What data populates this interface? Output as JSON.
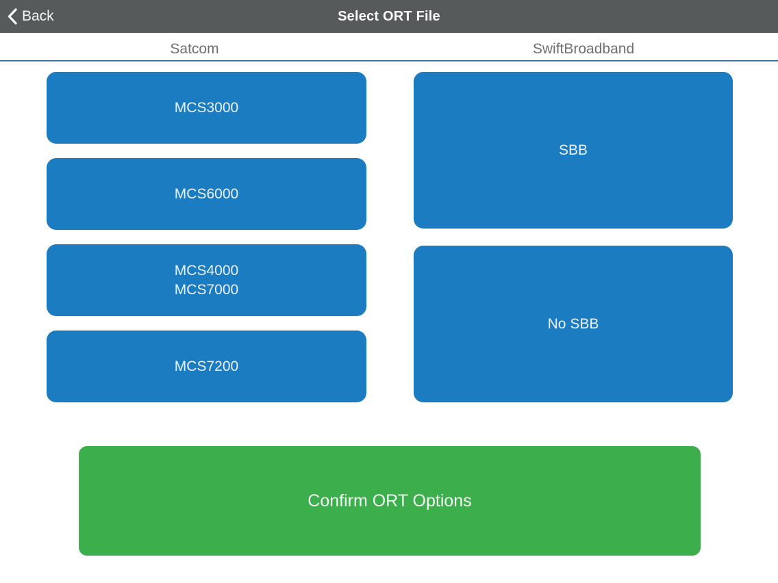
{
  "nav": {
    "back_label": "Back",
    "title": "Select ORT File"
  },
  "columns": {
    "satcom": {
      "header": "Satcom",
      "buttons": [
        {
          "label": "MCS3000"
        },
        {
          "label": "MCS6000"
        },
        {
          "label": "MCS4000\nMCS7000"
        },
        {
          "label": "MCS7200"
        }
      ]
    },
    "swiftbroadband": {
      "header": "SwiftBroadband",
      "buttons": [
        {
          "label": "SBB"
        },
        {
          "label": "No SBB"
        }
      ]
    }
  },
  "confirm": {
    "label": "Confirm ORT Options"
  },
  "colors": {
    "primary_blue": "#1b7cc2",
    "confirm_green": "#3cae4c",
    "nav_bar_gray": "#565a5b",
    "header_text_gray": "#6d6e71",
    "divider_blue": "#3a688f",
    "button_text": "#e9f2fa"
  }
}
